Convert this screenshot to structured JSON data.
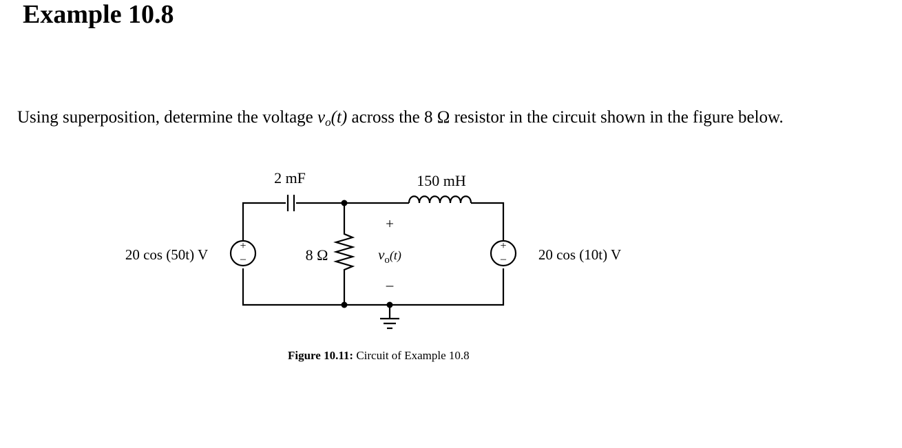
{
  "heading": "Example 10.8",
  "problem": {
    "before": "Using superposition, determine the voltage ",
    "var": "v",
    "var_sub": "o",
    "var_arg": "(t)",
    "after": " across the 8 Ω resistor in the circuit shown in the figure below."
  },
  "circuit": {
    "capacitor_label": "2 mF",
    "inductor_label": "150 mH",
    "resistor_label": "8 Ω",
    "left_source_label": "20 cos (50t) V",
    "right_source_label": "20 cos (10t) V",
    "vo_plus": "+",
    "vo_label": "v",
    "vo_sub": "o",
    "vo_arg": "(t)",
    "vo_minus": "–",
    "source_plus": "+",
    "source_minus": "–"
  },
  "caption": {
    "label": "Figure 10.11:",
    "text": " Circuit of Example 10.8"
  }
}
